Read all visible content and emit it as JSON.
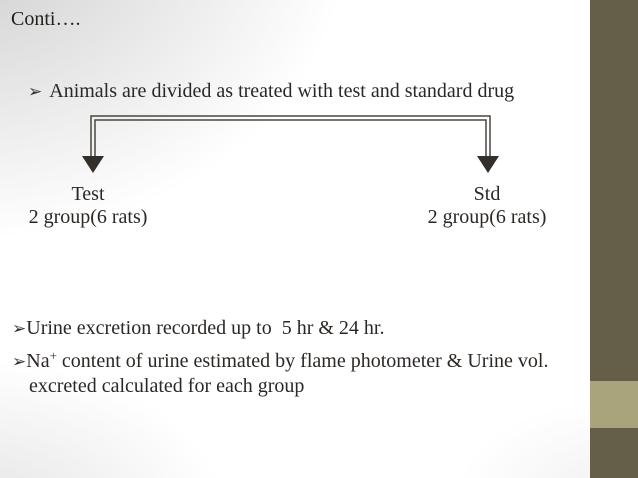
{
  "slide": {
    "title": "Conti….",
    "bullet_char": "➢"
  },
  "content": {
    "bullet_animals": "Animals are divided as treated with test and standard drug",
    "bullet_urine_excretion": "Urine excretion recorded up to  5 hr & 24 hr.",
    "bullet_na": {
      "pre": "Na",
      "sup": "+",
      "rest": " content of urine estimated by flame photometer & Urine vol. excreted calculated for each group"
    }
  },
  "diagram": {
    "left_branch": {
      "title": "Test",
      "subtitle": "2 group(6 rats)"
    },
    "right_branch": {
      "title": "Std",
      "subtitle": "2 group(6 rats)"
    }
  },
  "colors": {
    "text": "#2B2724",
    "sidebar-dark": "#655E49",
    "sidebar-light": "#A9A47B",
    "line": "#4A453F",
    "arrow": "#332F2B"
  }
}
